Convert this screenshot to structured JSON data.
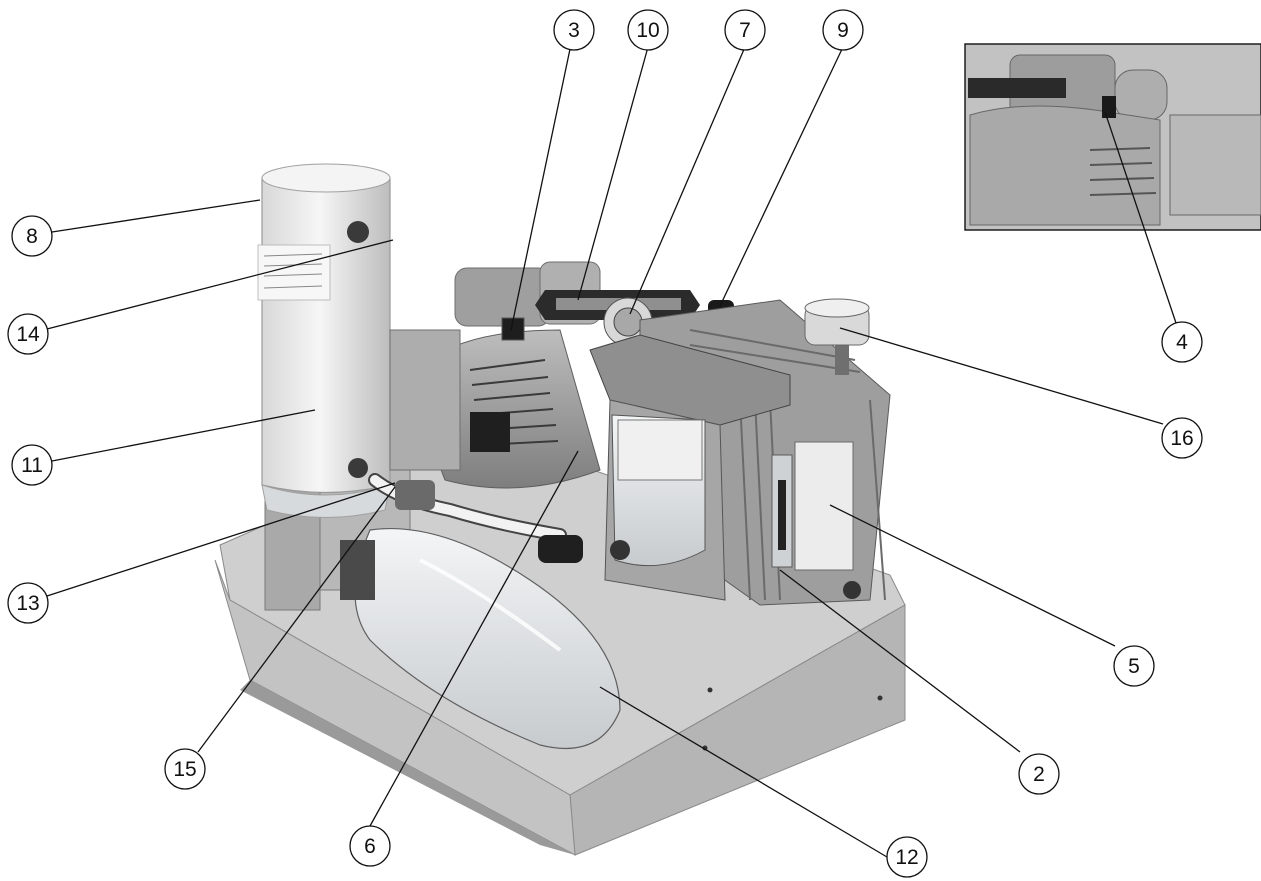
{
  "figure": {
    "colors": {
      "background": "#ffffff",
      "line": "#111111",
      "metal": "#c9c9c9",
      "metal_dark": "#8a8a8a",
      "dark": "#2a2a2a",
      "cylinder": "#ececec",
      "glass": "#e3e6e8"
    },
    "callouts": {
      "c2": "2",
      "c3": "3",
      "c4": "4",
      "c5": "5",
      "c6": "6",
      "c7": "7",
      "c8": "8",
      "c9": "9",
      "c10": "10",
      "c11": "11",
      "c12": "12",
      "c13": "13",
      "c14": "14",
      "c15": "15",
      "c16": "16"
    }
  }
}
